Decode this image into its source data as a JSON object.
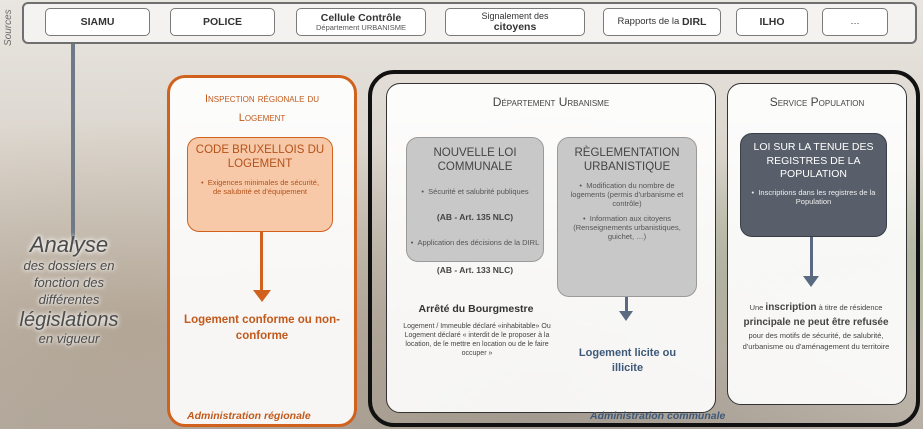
{
  "sources": {
    "label": "Sources",
    "items": [
      {
        "label": "SIAMU"
      },
      {
        "label": "POLICE"
      },
      {
        "label": "Cellule Contrôle",
        "sub": "Département URBANISME"
      },
      {
        "label": "Signalement des",
        "sub2": "citoyens"
      },
      {
        "label": "Rapports de la ",
        "sub2": "DIRL"
      },
      {
        "label": "ILHO"
      },
      {
        "label": "…"
      }
    ]
  },
  "analyse": {
    "title": "Analyse",
    "lines": [
      "des dossiers en",
      "fonction des",
      "différentes",
      "législations",
      "en vigueur"
    ]
  },
  "regional": {
    "title_line1": "Inspection régionale du",
    "title_line2": "Logement",
    "code_title": "CODE BRUXELLOIS DU LOGEMENT",
    "code_bullet": "Exigences minimales de sécurité, de salubrité et d'équipement",
    "result": "Logement conforme ou non-conforme",
    "footer": "Administration régionale"
  },
  "urbanisme": {
    "title": "Département Urbanisme",
    "nlc_title": "NOUVELLE LOI COMMUNALE",
    "nlc_bullet1": "Sécurité et salubrité publiques",
    "nlc_ref1": "(AB - Art. 135 NLC)",
    "nlc_bullet2": "Application des décisions de la DIRL",
    "nlc_ref2": "(AB - Art. 133 NLC)",
    "regl_title": "RÈGLEMENTATION URBANISTIQUE",
    "regl_bullet1": "Modification du nombre de logements (permis d'urbanisme et contrôle)",
    "regl_bullet2": "Information aux citoyens (Renseignements urbanistiques, guichet, …)",
    "arrete_title": "Arrêté du Bourgmestre",
    "arrete_text": "Logement / Immeuble déclaré «inhabitable» Ou Logement déclaré « interdit de le proposer à la location, de le mettre en location ou de le faire occuper »",
    "result": "Logement licite ou illicite",
    "footer": "Administration communale"
  },
  "population": {
    "title": "Service Population",
    "loi_title": "LOI SUR LA TENUE DES REGISTRES DE LA POPULATION",
    "loi_bullet": "Inscriptions dans les registres de la Population",
    "result_pre": "Une ",
    "result_b1": "inscription",
    "result_mid": " à titre de résidence ",
    "result_b2": "principale ne peut être refusée",
    "result_post": " pour des motifs de sécurité, de salubrité, d'urbanisme ou d'aménagement du territoire"
  },
  "colors": {
    "orange": "#d0621e",
    "orange_fill": "#f7c9a8",
    "gray_fill": "#c8c8c8",
    "dark_border": "#111111",
    "arrow_blue": "#5a6a80"
  }
}
